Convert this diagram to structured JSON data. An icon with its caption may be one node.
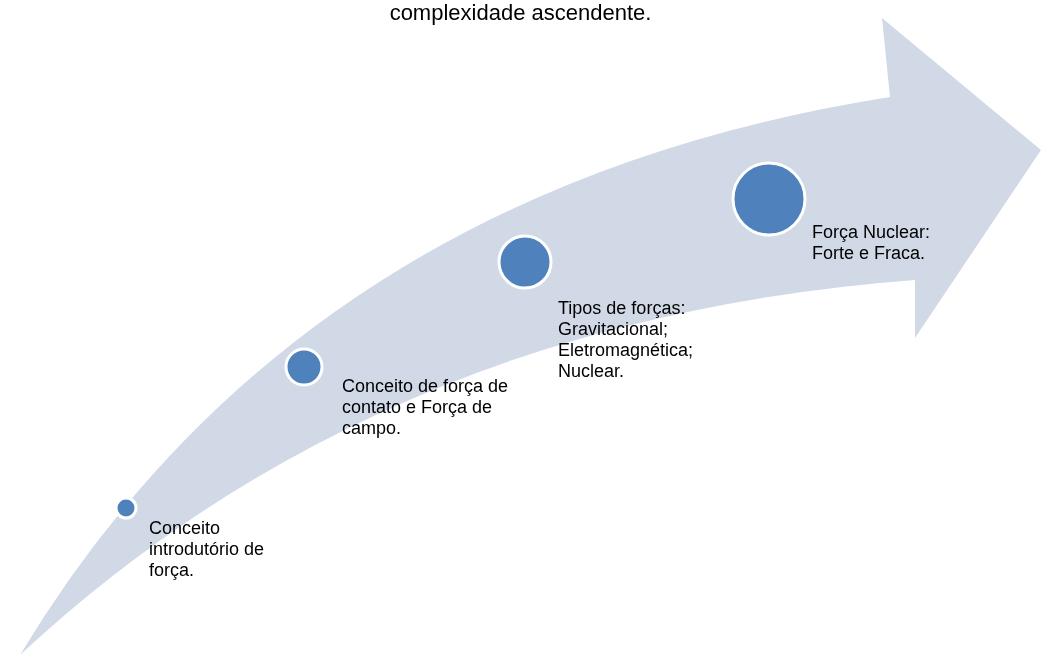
{
  "diagram": {
    "title": "complexidade ascendente.",
    "nodes": [
      {
        "text": [],
        "shape": "circle",
        "beside": [
          "Conceito introdutório de força."
        ]
      },
      {
        "text": [],
        "shape": "circle",
        "beside": [
          "Conceito de força de contato e Força de campo."
        ]
      },
      {
        "text": [],
        "shape": "circle",
        "beside": [
          "Tipos de forças: Gravitacional; Eletromagnética; Nuclear."
        ]
      },
      {
        "text": [],
        "shape": "circle",
        "beside": [
          "Força Nuclear: Forte e Fraca."
        ]
      }
    ],
    "edges": []
  }
}
